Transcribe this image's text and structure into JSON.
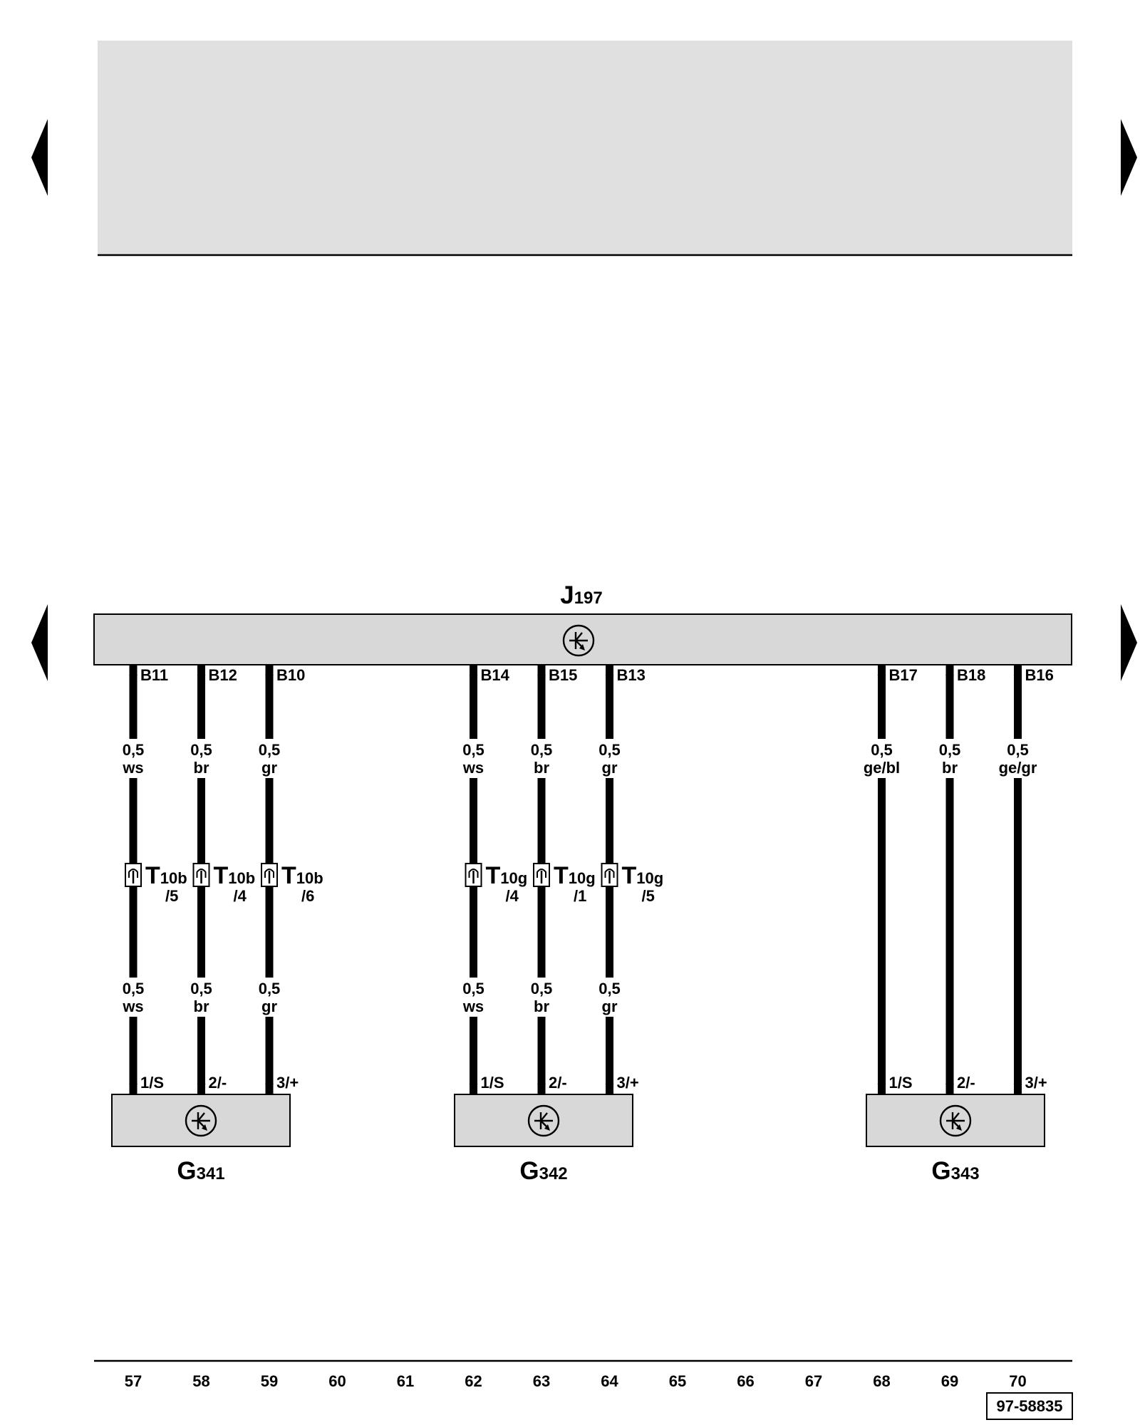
{
  "module": {
    "letter": "J",
    "number": "197"
  },
  "pins": [
    {
      "code": "B11",
      "col": 57,
      "size": "0,5",
      "color": "ws",
      "conn": {
        "letter": "T",
        "sub": "10b",
        "pin": "/5"
      },
      "sensor_pin": "1/S"
    },
    {
      "code": "B12",
      "col": 58,
      "size": "0,5",
      "color": "br",
      "conn": {
        "letter": "T",
        "sub": "10b",
        "pin": "/4"
      },
      "sensor_pin": "2/-"
    },
    {
      "code": "B10",
      "col": 59,
      "size": "0,5",
      "color": "gr",
      "conn": {
        "letter": "T",
        "sub": "10b",
        "pin": "/6"
      },
      "sensor_pin": "3/+"
    },
    {
      "code": "B14",
      "col": 62,
      "size": "0,5",
      "color": "ws",
      "conn": {
        "letter": "T",
        "sub": "10g",
        "pin": "/4"
      },
      "sensor_pin": "1/S"
    },
    {
      "code": "B15",
      "col": 63,
      "size": "0,5",
      "color": "br",
      "conn": {
        "letter": "T",
        "sub": "10g",
        "pin": "/1"
      },
      "sensor_pin": "2/-"
    },
    {
      "code": "B13",
      "col": 64,
      "size": "0,5",
      "color": "gr",
      "conn": {
        "letter": "T",
        "sub": "10g",
        "pin": "/5"
      },
      "sensor_pin": "3/+"
    },
    {
      "code": "B17",
      "col": 68,
      "size": "0,5",
      "color": "ge/bl",
      "conn": null,
      "sensor_pin": "1/S"
    },
    {
      "code": "B18",
      "col": 69,
      "size": "0,5",
      "color": "br",
      "conn": null,
      "sensor_pin": "2/-"
    },
    {
      "code": "B16",
      "col": 70,
      "size": "0,5",
      "color": "ge/gr",
      "conn": null,
      "sensor_pin": "3/+"
    }
  ],
  "sensors": [
    {
      "letter": "G",
      "number": "341"
    },
    {
      "letter": "G",
      "number": "342"
    },
    {
      "letter": "G",
      "number": "343"
    }
  ],
  "columns": [
    "57",
    "58",
    "59",
    "60",
    "61",
    "62",
    "63",
    "64",
    "65",
    "66",
    "67",
    "68",
    "69",
    "70"
  ],
  "doc_id": "97-58835",
  "colors": {
    "box_fill": "#d8d8d8",
    "header_fill": "#e0e0e0",
    "wire": "#000000"
  }
}
